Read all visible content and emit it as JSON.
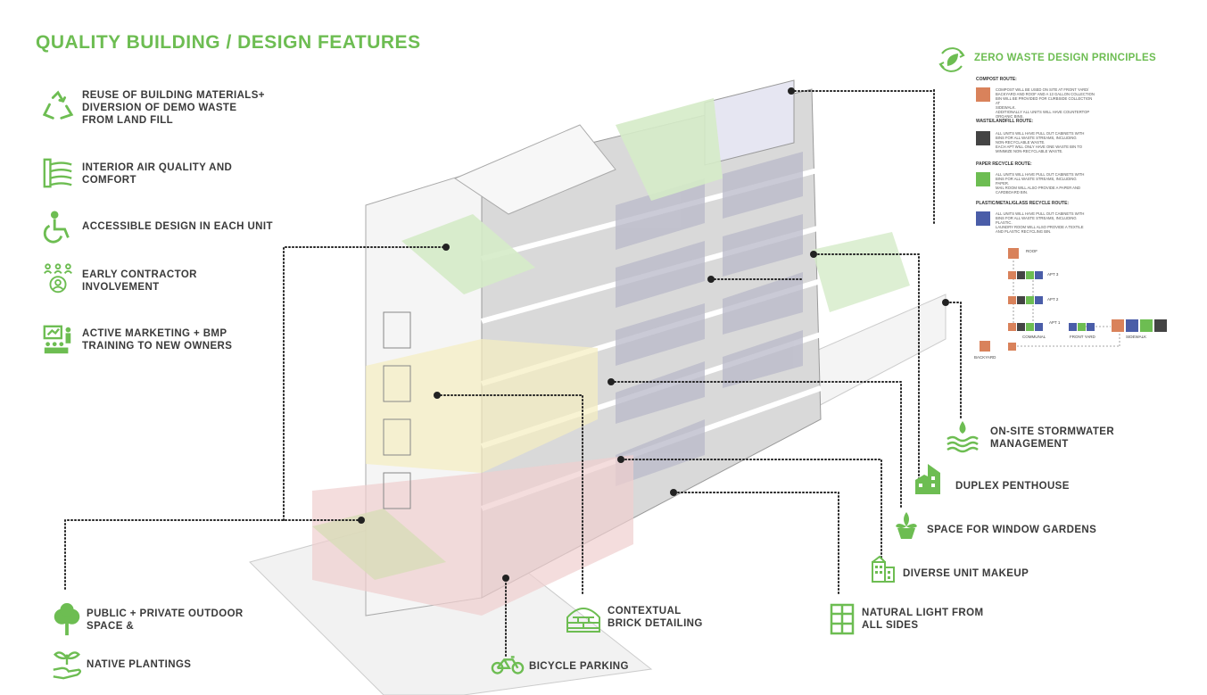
{
  "page_title": "QUALITY BUILDING / DESIGN FEATURES",
  "left_features": [
    {
      "icon": "recycle-icon",
      "label": "REUSE OF BUILDING MATERIALS+\nDIVERSION OF DEMO WASTE\nFROM LAND FILL"
    },
    {
      "icon": "air-quality-icon",
      "label": "INTERIOR AIR QUALITY AND\nCOMFORT"
    },
    {
      "icon": "accessibility-icon",
      "label": "ACCESSIBLE DESIGN IN EACH UNIT"
    },
    {
      "icon": "contractor-group-icon",
      "label": "EARLY CONTRACTOR\nINVOLVEMENT"
    },
    {
      "icon": "presentation-icon",
      "label": "ACTIVE MARKETING + BMP\nTRAINING TO NEW OWNERS"
    }
  ],
  "callouts": {
    "outdoor_space": "PUBLIC + PRIVATE OUTDOOR\nSPACE &",
    "native_plantings": "NATIVE PLANTINGS",
    "brick": "CONTEXTUAL\nBRICK DETAILING",
    "bicycle": "BICYCLE PARKING",
    "natural_light": "NATURAL LIGHT FROM\nALL SIDES",
    "diverse_units": "DIVERSE UNIT MAKEUP",
    "window_gardens": "SPACE FOR WINDOW GARDENS",
    "penthouse": "DUPLEX PENTHOUSE",
    "stormwater": "ON-SITE STORMWATER\nMANAGEMENT"
  },
  "zero_waste": {
    "title": "ZERO WASTE DESIGN PRINCIPLES",
    "routes": [
      {
        "label": "COMPOST ROUTE:",
        "color": "#d9825b",
        "text": "COMPOST WILL BE USED ON SITE AT FRONT YARD/\nBACKYARD AND ROOF AND A 13 GALLON COLLECTION\nBIN WILL BE PROVIDED FOR CURBSIDE COLLECTION AT\nSIDEWALK.\nADDITIONALLY ALL UNITS WILL HAVE COUNTERTOP\nORGANIC BINS."
      },
      {
        "label": "WASTE/LANDFILL ROUTE:",
        "color": "#444444",
        "text": "ALL UNITS WILL HAVE PULL OUT CABINETS WITH\nBINS FOR ALL WASTE STREAMS, INCLUDING\nNON-RECYCLABLE WASTE.\nEACH APT WILL ONLY HAVE ONE WASTE BIN TO\nMINIMIZE NON-RECYCLABLE WASTE."
      },
      {
        "label": "PAPER RECYCLE ROUTE:",
        "color": "#6dbd52",
        "text": "ALL UNITS WILL HAVE PULL OUT CABINETS WITH\nBINS FOR ALL WASTE STREAMS, INCLUDING\nPAPER.\nMAIL ROOM WILL ALSO PROVIDE A PAPER AND\nCARDBOARD BIN."
      },
      {
        "label": "PLASTIC/METAL/GLASS RECYCLE ROUTE:",
        "color": "#4a5da8",
        "text": "ALL UNITS WILL HAVE PULL OUT CABINETS WITH\nBINS FOR ALL WASTE STREAMS, INCLUDING\nPLASTIC.\nLAUNDRY ROOM WILL ALSO PROVIDE A TEXTILE\nAND PLASTIC RECYCLING BIN."
      }
    ],
    "flow_labels": {
      "roof": "ROOF",
      "apt3": "APT 3",
      "apt2": "APT 2",
      "apt1": "APT 1",
      "communal": "COMMUNAL",
      "front_yard": "FRONT YARD",
      "sidewalk": "SIDEWALK",
      "backyard": "BACKYARD"
    }
  }
}
